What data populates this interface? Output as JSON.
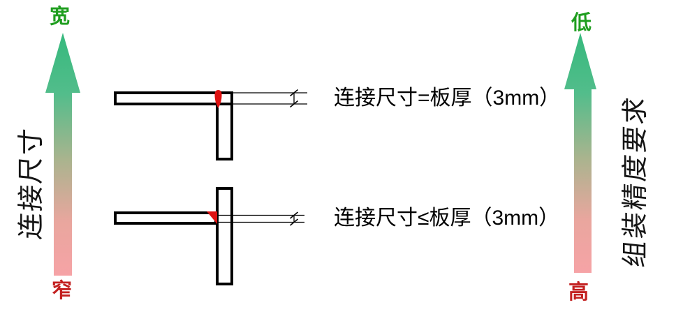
{
  "left_scale": {
    "top_label": "宽",
    "bottom_label": "窄",
    "axis_title": "连接尺寸",
    "top_label_color": "#1f9e1f",
    "bottom_label_color": "#c32020"
  },
  "right_scale": {
    "top_label": "低",
    "bottom_label": "高",
    "axis_title": "组装精度要求",
    "top_label_color": "#1f9e1f",
    "bottom_label_color": "#c32020"
  },
  "arrow_gradient": {
    "stops": [
      "#36b97d",
      "#52bd8b",
      "#a9b48e",
      "#e9a69e",
      "#f6a3a6"
    ]
  },
  "weld_color": "#dd1111",
  "diagrams": [
    {
      "caption": "连接尺寸=板厚（3mm）"
    },
    {
      "caption": "连接尺寸≤板厚（3mm）"
    }
  ]
}
